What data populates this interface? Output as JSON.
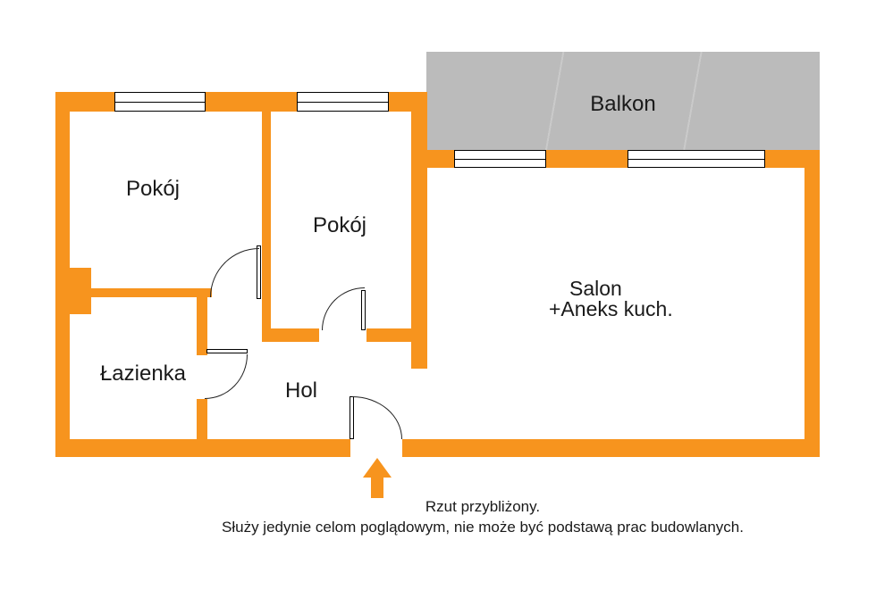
{
  "colors": {
    "wall": "#F7941E",
    "balcony": "#BBBBBB",
    "text": "#1A1A1A",
    "bg": "#FFFFFF"
  },
  "rooms": {
    "pokoj1": {
      "label": "Pokój"
    },
    "pokoj2": {
      "label": "Pokój"
    },
    "salon": {
      "label_line1": "Salon",
      "label_line2": "+Aneks kuch."
    },
    "lazienka": {
      "label": "Łazienka"
    },
    "hol": {
      "label": "Hol"
    },
    "balkon": {
      "label": "Balkon"
    }
  },
  "disclaimer": {
    "line1": "Rzut przybliżony.",
    "line2": "Służy jedynie celom poglądowym, nie może być podstawą prac budowlanych."
  }
}
